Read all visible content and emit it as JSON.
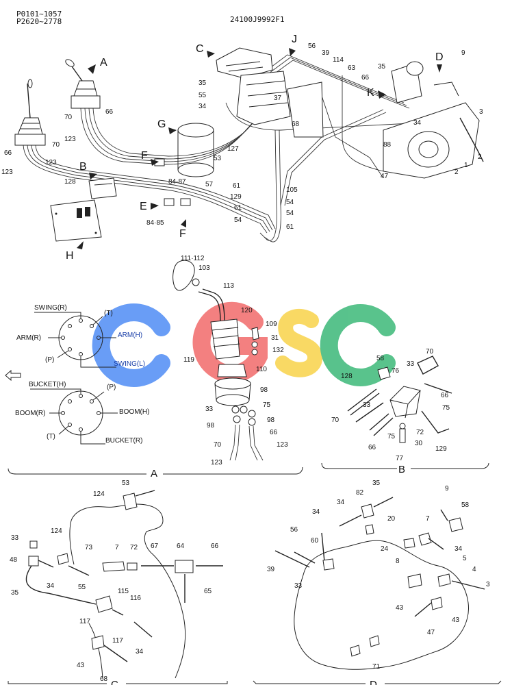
{
  "header": {
    "serial_range_1": "P0101~1057",
    "serial_range_2": "P2620~2778",
    "diagram_code": "24100J9992F1"
  },
  "watermark": {
    "text": "CGSC",
    "colors": [
      "#4f8df5",
      "#f26b6b",
      "#f8d34a",
      "#3cb878"
    ]
  },
  "view_markers": [
    "A",
    "B",
    "C",
    "D",
    "E",
    "F",
    "F",
    "G",
    "H",
    "J",
    "K"
  ],
  "section_titles": {
    "a": "A",
    "b": "B",
    "c": "C",
    "d": "D"
  },
  "pattern_upper": {
    "ports": [
      "SWING(R)",
      "(T)",
      "ARM(R)",
      "ARM(H)",
      "(P)",
      "SWING(L)"
    ]
  },
  "pattern_lower": {
    "ports": [
      "BUCKET(H)",
      "(P)",
      "BOOM(R)",
      "BOOM(H)",
      "(T)",
      "BUCKET(R)"
    ]
  },
  "callouts_main": [
    "66",
    "123",
    "70",
    "123",
    "70",
    "66",
    "123",
    "128",
    "56",
    "39",
    "114",
    "63",
    "66",
    "35",
    "9",
    "3",
    "35",
    "55",
    "34",
    "37",
    "68",
    "127",
    "53",
    "84·87",
    "57",
    "61",
    "129",
    "61",
    "54",
    "105",
    "54",
    "54",
    "61",
    "84·85",
    "88",
    "47",
    "34",
    "1",
    "2",
    "2"
  ],
  "callouts_a": [
    "111·112",
    "103",
    "113",
    "120",
    "109",
    "31",
    "132",
    "119",
    "110",
    "98",
    "75",
    "33",
    "98",
    "98",
    "70",
    "66",
    "123",
    "123"
  ],
  "callouts_b": [
    "58",
    "33",
    "70",
    "128",
    "76",
    "66",
    "33",
    "75",
    "70",
    "75",
    "72",
    "66",
    "30",
    "129",
    "77"
  ],
  "callouts_c": [
    "53",
    "124",
    "33",
    "124",
    "48",
    "73",
    "7",
    "72",
    "67",
    "64",
    "66",
    "34",
    "55",
    "35",
    "115",
    "116",
    "65",
    "117",
    "117",
    "34",
    "43",
    "68"
  ],
  "callouts_d": [
    "35",
    "82",
    "34",
    "9",
    "58",
    "34",
    "20",
    "7",
    "56",
    "60",
    "24",
    "34",
    "39",
    "8",
    "5",
    "4",
    "33",
    "3",
    "43",
    "43",
    "47",
    "71"
  ]
}
